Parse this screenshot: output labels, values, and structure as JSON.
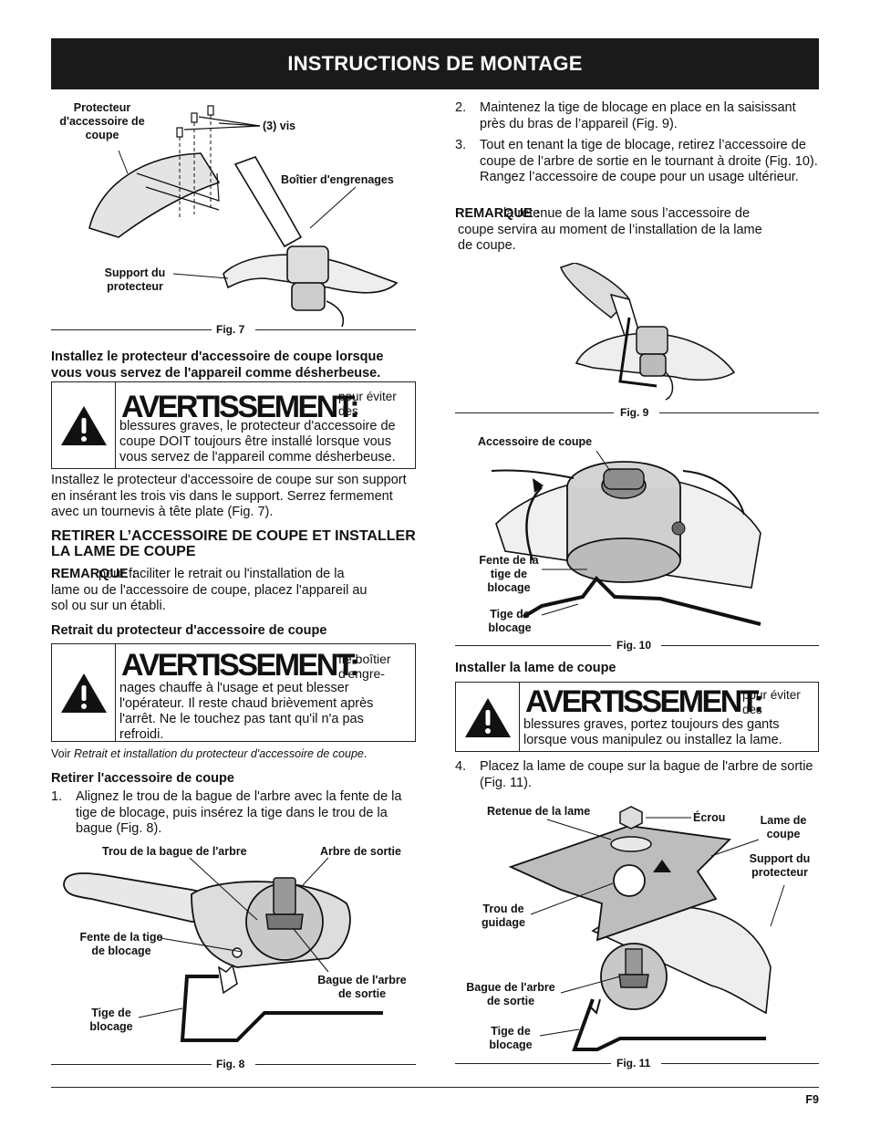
{
  "header": {
    "title": "INSTRUCTIONS DE MONTAGE"
  },
  "left": {
    "fig7": {
      "caption": "Fig. 7",
      "labels": {
        "protecteur": "Protecteur\nd'accessoire de\ncoupe",
        "vis": "(3) vis",
        "boitier": "Boîtier d'engrenages",
        "support": "Support du\nprotecteur"
      }
    },
    "intro_bold": "Installez le protecteur d'accessoire de coupe lorsque vous vous servez de l'appareil comme désherbeuse.",
    "warning1": {
      "head": "AVERTISSEMENT:",
      "lead": "pour éviter des",
      "body": "blessures graves, le protecteur d'accessoire de coupe DOIT toujours être installé lorsque vous vous servez de l'appareil comme désherbeuse."
    },
    "para1": "Installez le protecteur d'accessoire de coupe sur son support en insérant les trois vis dans le support. Serrez fermement avec un tournevis à tête plate (Fig. 7).",
    "section_title": "RETIRER L’ACCESSOIRE DE COUPE ET INSTALLER LA LAME DE COUPE",
    "remark_label": "REMARQUE :",
    "remark_text": "pour faciliter le retrait ou l'installation de la lame ou de l'accessoire de coupe, placez l'appareil au sol ou sur un établi.",
    "sub1": "Retrait du protecteur d'accessoire de coupe",
    "warning2": {
      "head": "AVERTISSEMENT:",
      "lead": "fle boîtier d'engre-",
      "body": "nages chauffe à l'usage et peut blesser l'opérateur. Il reste chaud brièvement après l'arrêt. Ne le touchez pas tant qu'il n'a pas refroidi."
    },
    "voir_prefix": "Voir ",
    "voir_italic": "Retrait et installation du protecteur d'accessoire de coupe",
    "voir_suffix": ".",
    "sub2": "Retirer l'accessoire de coupe",
    "step1_num": "1.",
    "step1": "Alignez le trou de la bague de l'arbre avec la fente de la tige de blocage, puis insérez la tige dans le trou de la bague (Fig. 8).",
    "fig8": {
      "caption": "Fig. 8",
      "labels": {
        "trou": "Trou de la bague de l'arbre",
        "arbre": "Arbre de sortie",
        "fente": "Fente de la tige\nde blocage",
        "bague": "Bague de l'arbre\nde sortie",
        "tige": "Tige de\nblocage"
      }
    }
  },
  "right": {
    "step2_num": "2.",
    "step2": "Maintenez la tige de blocage en place en la saisissant près du bras de l’appareil (Fig. 9).",
    "step3_num": "3.",
    "step3": "Tout en tenant la tige de blocage, retirez l’accessoire de coupe de l’arbre de sortie en le tournant à droite (Fig. 10). Rangez l’accessoire de coupe pour un usage ultérieur.",
    "remark_label": "REMARQUE :",
    "remark_text": "la retenue de la lame sous l’accessoire de coupe servira au moment de l’installation de la lame de coupe.",
    "fig9": {
      "caption": "Fig. 9"
    },
    "fig10": {
      "caption": "Fig. 10",
      "labels": {
        "accessoire": "Accessoire de coupe",
        "fente": "Fente de la\ntige de\nblocage",
        "tige": "Tige de\nblocage"
      }
    },
    "sub": "Installer la lame de coupe",
    "warning3": {
      "head": "AVERTISSEMENT:",
      "lead": "pour éviter des",
      "body": "blessures graves, portez toujours des gants lorsque vous manipulez ou installez la lame."
    },
    "step4_num": "4.",
    "step4": "Placez la lame de coupe sur la bague de l'arbre de sortie (Fig. 11).",
    "fig11": {
      "caption": "Fig. 11",
      "labels": {
        "retenue": "Retenue de la lame",
        "ecrou": "Écrou",
        "lame": "Lame de\ncoupe",
        "support": "Support du\nprotecteur",
        "trou": "Trou de\nguidage",
        "bague": "Bague de l'arbre\nde sortie",
        "tige": "Tige de\nblocage"
      }
    }
  },
  "footer": {
    "page": "F9"
  }
}
